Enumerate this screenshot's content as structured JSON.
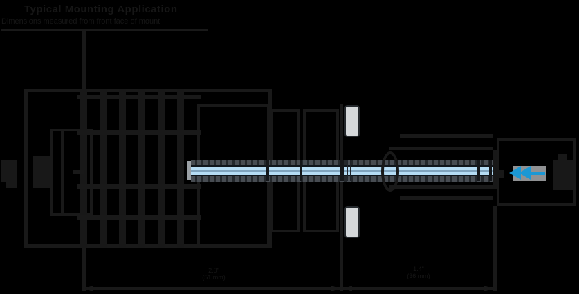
{
  "header": {
    "title": "Typical Mounting Application",
    "subtitle": "Dimensions measured from front face of mount"
  },
  "dimensions": {
    "left": {
      "line1": "2.0\"",
      "line2": "(51 mm)"
    },
    "right": {
      "line1": "1.4\"",
      "line2": "(36 mm)"
    }
  },
  "icons": {
    "light_direction_arrow": "left-arrow"
  },
  "colors": {
    "background": "#000000",
    "line_work": "#191919",
    "text": "#161616",
    "rod_fill": "#b5dcf4",
    "rod_thread_stripe": "#474c52",
    "rod_midline": "#7fa3bd",
    "bumper_fill": "#d5d8da",
    "beam_arrow": "#1b98d4",
    "ferrule_gray": "#8f9193"
  }
}
